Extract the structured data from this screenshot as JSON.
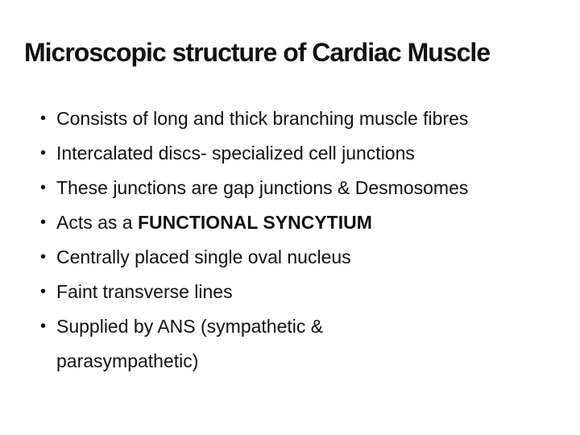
{
  "slide": {
    "title": "Microscopic structure of Cardiac Muscle",
    "bullet_char": "•",
    "colors": {
      "background": "#ffffff",
      "text": "#111111"
    },
    "bullets": [
      {
        "text": "Consists of long and thick branching muscle fibres",
        "bold": ""
      },
      {
        "text": "Intercalated discs- specialized cell junctions",
        "bold": ""
      },
      {
        "text": "These junctions are gap junctions & Desmosomes",
        "bold": ""
      },
      {
        "text": "Acts as a ",
        "bold": "FUNCTIONAL SYNCYTIUM"
      },
      {
        "text": "Centrally placed single oval nucleus",
        "bold": ""
      },
      {
        "text": "Faint transverse lines",
        "bold": ""
      },
      {
        "text": "Supplied by ANS (sympathetic &\nparasympathetic)",
        "bold": ""
      }
    ]
  }
}
